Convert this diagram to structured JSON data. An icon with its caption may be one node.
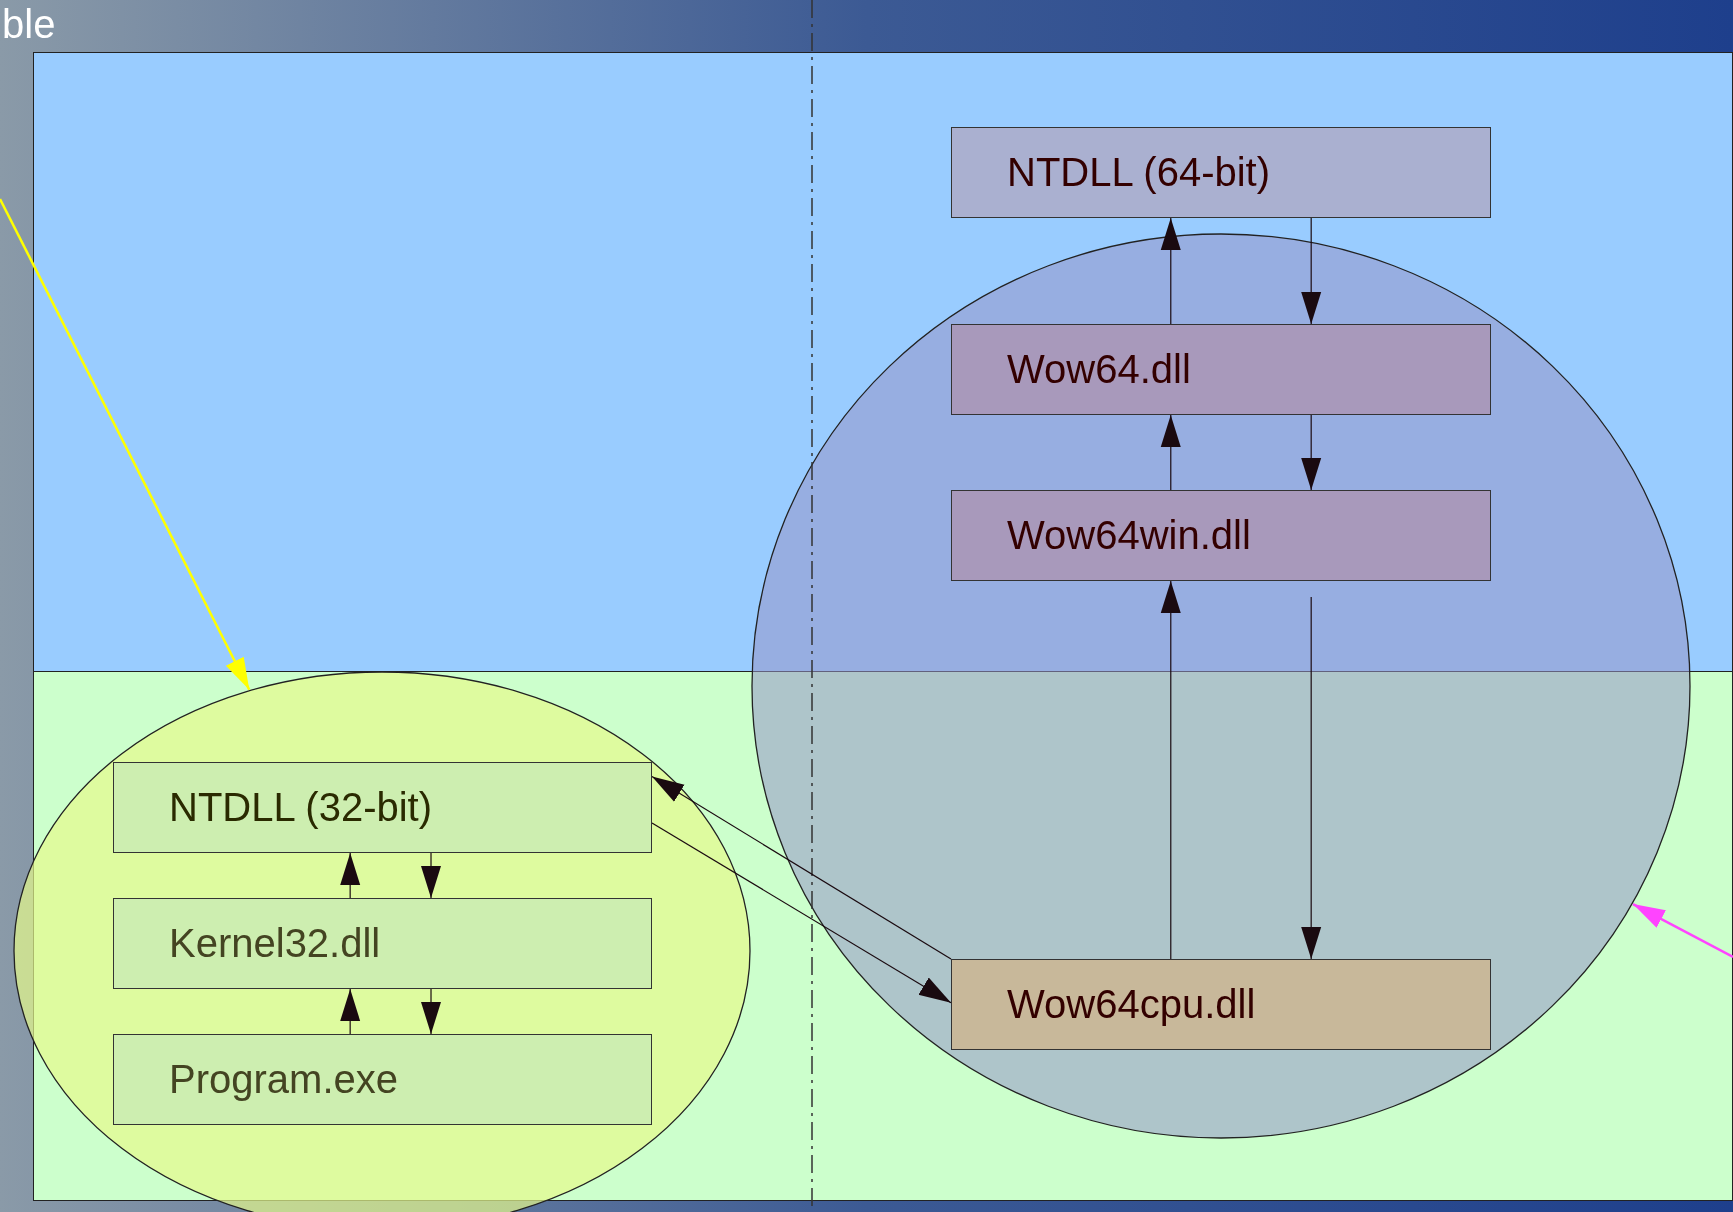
{
  "diagram": {
    "nodes": [
      {
        "text": [
          "NTDLL (64-bit)"
        ]
      },
      {
        "text": [],
        "shape": "circle"
      },
      {
        "text": [
          "Wow64.dll"
        ],
        "in": 1
      },
      {
        "text": [
          "Wow64win.dll"
        ],
        "in": 1
      },
      {
        "text": [],
        "shape": "circle"
      },
      {
        "text": [
          "NTDLL (32-bit)"
        ],
        "in": 4
      },
      {
        "text": [
          "Kernel32.dll"
        ],
        "in": 4
      },
      {
        "text": [
          "Program.exe"
        ],
        "in": 4
      },
      {
        "text": [
          "Wow64cpu.dll"
        ],
        "in": 1
      }
    ],
    "edges": [
      {
        "from": 0,
        "to": 2,
        "arrow": "to"
      },
      {
        "from": 2,
        "to": 0,
        "arrow": "to"
      },
      {
        "from": 2,
        "to": 3,
        "arrow": "to"
      },
      {
        "from": 3,
        "to": 2,
        "arrow": "to"
      },
      {
        "from": 3,
        "to": 8,
        "arrow": "to"
      },
      {
        "from": 8,
        "to": 3,
        "arrow": "to"
      },
      {
        "from": 5,
        "to": 8,
        "arrow": "to"
      },
      {
        "from": 8,
        "to": 5,
        "arrow": "to"
      },
      {
        "from": 5,
        "to": 6,
        "arrow": "to"
      },
      {
        "from": 6,
        "to": 5,
        "arrow": "to"
      },
      {
        "from": 6,
        "to": 7,
        "arrow": "to"
      },
      {
        "from": 7,
        "to": 6,
        "arrow": "to"
      },
      {
        "from": null,
        "to": 4,
        "arrow": "to",
        "color": "#ffff00"
      },
      {
        "from": null,
        "to": 1,
        "arrow": "to",
        "color": "#ff44ff"
      }
    ],
    "labels": [
      "ble"
    ]
  }
}
